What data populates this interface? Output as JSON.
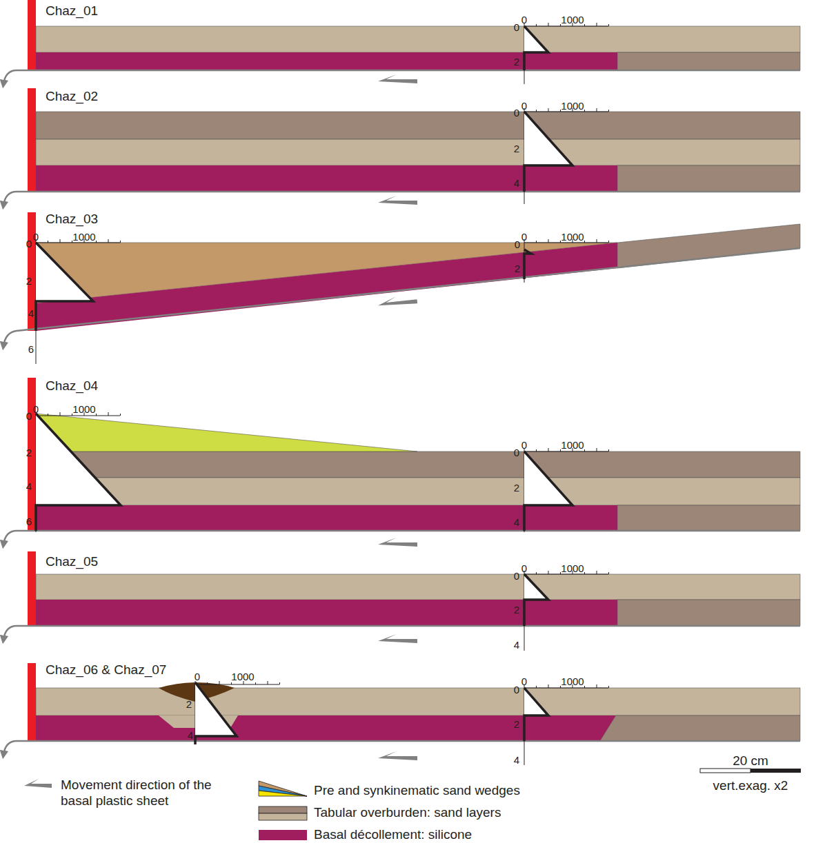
{
  "diagram": {
    "labels": [
      "Chaz_01",
      "0",
      "1000",
      "0",
      "2",
      "Chaz_02",
      "0",
      "1000",
      "0",
      "2",
      "4",
      "Chaz_03",
      "0",
      "1000",
      "0",
      "2",
      "4",
      "6",
      "0",
      "1000",
      "0",
      "2",
      "Chaz_04",
      "0",
      "1000",
      "0",
      "2",
      "4",
      "6",
      "0",
      "1000",
      "0",
      "2",
      "4",
      "Chaz_05",
      "0",
      "1000",
      "0",
      "2",
      "4",
      "Chaz_06 & Chaz_07",
      "0",
      "1000",
      "2",
      "4",
      "0",
      "1000",
      "0",
      "2",
      "4",
      "20 cm",
      "vert.exag. x2"
    ],
    "legend": [
      {
        "text": "Movement direction of the basal plastic sheet"
      },
      {
        "text": "Pre and synkinematic sand wedges"
      },
      {
        "text": "Tabular overburden: sand layers"
      },
      {
        "text": "Basal décollement: silicone",
        "color": "#a01d5e"
      }
    ]
  }
}
